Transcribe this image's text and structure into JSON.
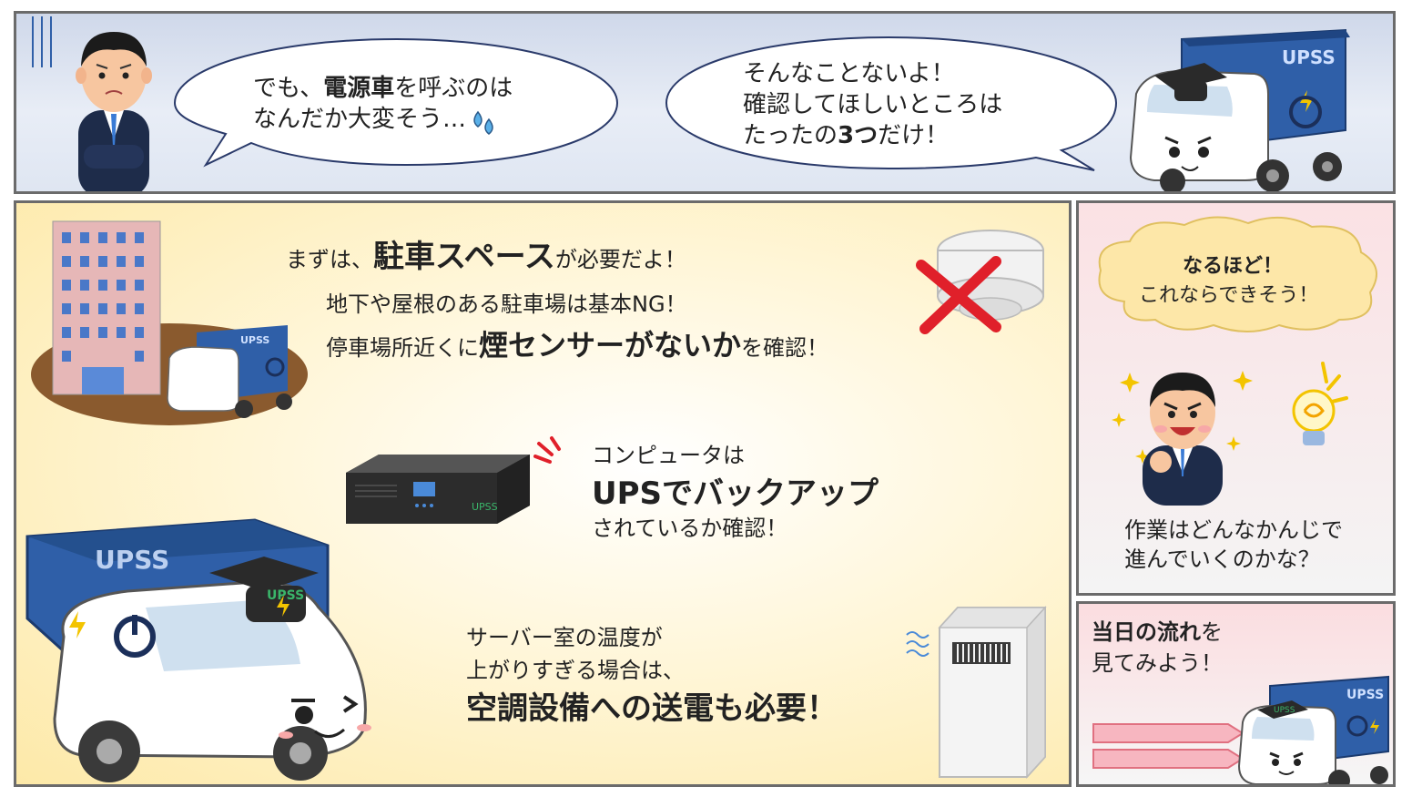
{
  "top_panel": {
    "left_bubble": {
      "line1_pre": "でも、",
      "line1_bold": "電源車",
      "line1_post": "を呼ぶのは",
      "line2": "なんだか大変そう…"
    },
    "right_bubble": {
      "line1": "そんなことないよ！",
      "line2": "確認してほしいところは",
      "line3_pre": "たったの",
      "line3_bold": "3つ",
      "line3_post": "だけ！"
    },
    "truck_label": "UPSS"
  },
  "main_panel": {
    "item1": {
      "head_pre": "まずは、",
      "head_bold": "駐車スペース",
      "head_post": "が必要だよ！",
      "line2": "地下や屋根のある駐車場は基本NG！",
      "line3_pre": "停車場所近くに",
      "line3_bold": "煙センサーがないか",
      "line3_post": "を確認！"
    },
    "item2": {
      "line1": "コンピュータは",
      "line2_bold": "UPSでバックアップ",
      "line3": "されているか確認！",
      "device_label": "UPSS"
    },
    "item3": {
      "line1": "サーバー室の温度が",
      "line2": "上がりすぎる場合は、",
      "line3_bold": "空調設備への送電も必要！"
    },
    "truck_label": "UPSS",
    "small_truck_label": "UPSS",
    "hat_label": "UPSS"
  },
  "right_panel_1": {
    "cloud_line1": "なるほど！",
    "cloud_line2": "これならできそう！",
    "question_line1": "作業はどんなかんじで",
    "question_line2": "進んでいくのかな？"
  },
  "right_panel_2": {
    "line1_bold": "当日の流れ",
    "line1_post": "を",
    "line2": "見てみよう！",
    "truck_label": "UPSS",
    "hat_label": "UPSS"
  },
  "colors": {
    "truck_blue": "#2f5fa8",
    "alarm_red": "#e0202a",
    "accent_yellow": "#f3c400",
    "panel_border": "#6b6b6b"
  }
}
